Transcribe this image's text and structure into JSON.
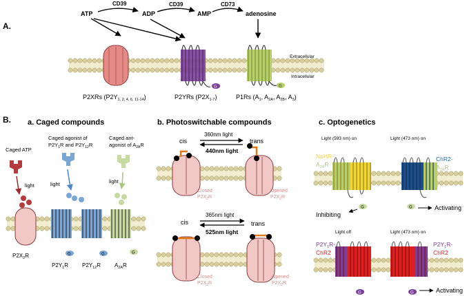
{
  "panel_a": {
    "label": "A.",
    "nodes": {
      "atp": "ATP",
      "adp": "ADP",
      "amp": "AMP",
      "adenosine": "adenosine"
    },
    "enzymes": {
      "cd39_1": "CD39",
      "cd39_2": "CD39",
      "cd73": "CD73"
    },
    "membrane": {
      "extracellular": "Extracellular",
      "intracellular": "Intracellular"
    },
    "receptors": {
      "p2x_main": "P2XRs (P2Y",
      "p2x_sub": "1, 2, 4, 6, 11-14",
      "p2x_close": ")",
      "p2y_main": "P2YRs (P2X",
      "p2y_sub": "1-7",
      "p2y_close": ")",
      "p1_main": "P1Rs (A",
      "p1_s1": "1",
      "p1_m2": ", A",
      "p1_s2": "2A",
      "p1_m3": ", A",
      "p1_s3": "2B",
      "p1_m4": ", A",
      "p1_s4": "3",
      "p1_close": ")"
    },
    "g_label": "G"
  },
  "panel_b": {
    "label": "B.",
    "caged": {
      "title": "a. Caged compounds",
      "caged_atp": "Caged ATP",
      "agonist_1": "Caged agonist of",
      "agonist_2a": "P2Y",
      "agonist_2b": "1",
      "agonist_2c": "R and P2Y",
      "agonist_2d": "12",
      "agonist_2e": "R",
      "ant_1": "Caged ant-",
      "ant_2": "agonist of A",
      "ant_2s": "2A",
      "ant_2e": "R",
      "light1": "light",
      "light2": "light",
      "light3": "light",
      "r1a": "P2X",
      "r1s": "2",
      "r1e": "R",
      "r2a": "P2Y",
      "r2s": "1",
      "r2e": "R",
      "r3a": "P2Y",
      "r3s": "12",
      "r3e": "R",
      "r4a": "A",
      "r4s": "2A",
      "r4e": "R",
      "g": "G"
    },
    "photo": {
      "title": "b. Photoswitchable compounds",
      "cis1": "cis",
      "trans1": "trans",
      "light_fwd1": "360nm light",
      "light_back1": "440nm light",
      "closed1a": "Closed",
      "closed1b": "P2X",
      "closed1s": "2",
      "closed1e": "R",
      "opened1a": "Opened",
      "opened1b": "P2X",
      "opened1s": "2",
      "opened1e": "R",
      "cis2": "cis",
      "trans2": "trans",
      "light_fwd2": "365nm light",
      "light_back2": "525nm light",
      "closed2a": "Closed",
      "closed2b": "P2X",
      "closed2s": "2",
      "closed2e": "R",
      "opened2a": "Opened",
      "opened2b": "P2X",
      "opened2s": "2",
      "opened2e": "R"
    },
    "opto": {
      "title": "c. Optogenetics",
      "light593": "Light (593 nm) on",
      "light473a": "Light (473 nm) on",
      "nphr1": "NpHR-",
      "nphr2a": "A",
      "nphr2s": "2A",
      "nphr2e": "R",
      "chr1": "ChR2-",
      "chr2a": "A",
      "chr2s": "2A",
      "chr2e": "R",
      "inhibiting": "Inhibiting",
      "activating1": "Activating",
      "light_off": "Light off",
      "light473b": "Light (473 nm) on",
      "p2y_a1": "P2Y",
      "p2y_a1s": "1",
      "p2y_a1e": "R-",
      "p2y_a2": "ChR2",
      "p2y_b1": "P2Y",
      "p2y_b1s": "1",
      "p2y_b1e": "R-",
      "p2y_b2": "ChR2",
      "activating2": "Activating",
      "g": "G"
    }
  },
  "colors": {
    "membrane_head": "#d8cf9e",
    "p2x": "#e58a86",
    "p2y": "#7a3f98",
    "p1": "#b7cf6a",
    "caged_atp": "#b33b3b",
    "caged_blue": "#7aa6d6",
    "caged_green": "#c7dba0",
    "orange": "#e07a12",
    "yellow": "#f2d631",
    "dark_blue": "#1f4f88",
    "red": "#e02020",
    "purple": "#7a3f98"
  }
}
